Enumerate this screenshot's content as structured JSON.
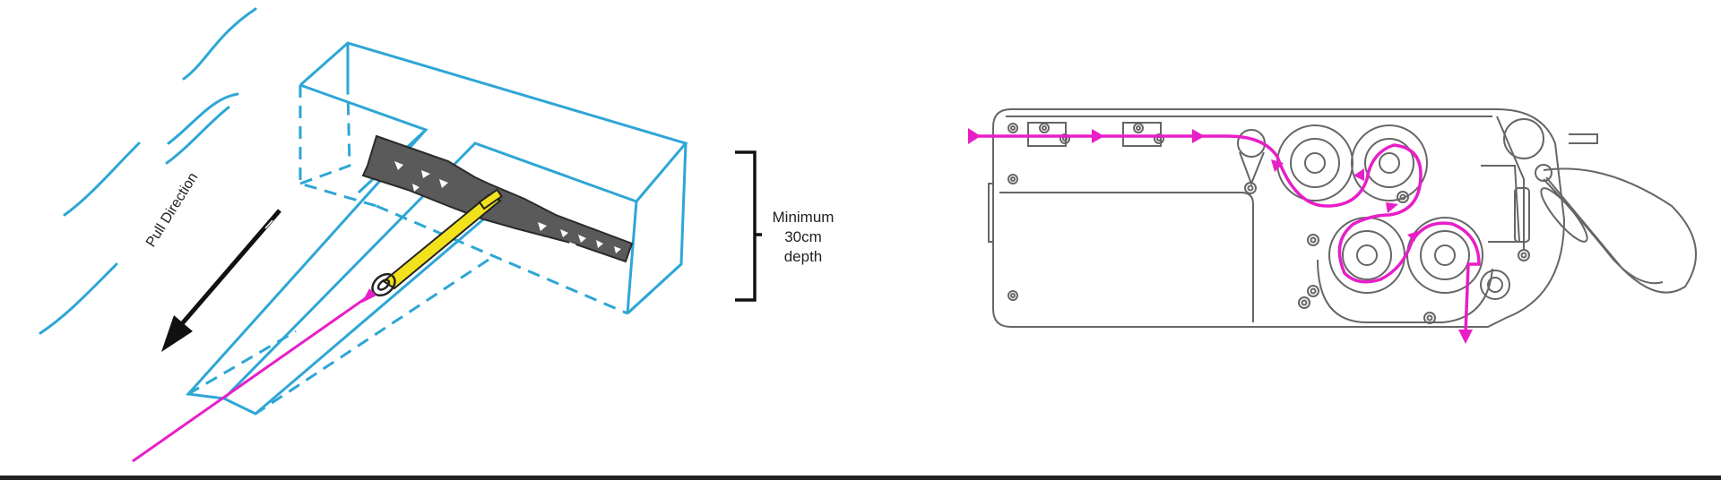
{
  "left_diagram": {
    "depth_label": [
      "Minimum",
      "30cm",
      "depth"
    ],
    "pull_label": "Pull Direction"
  },
  "colors": {
    "trench_outline": "#2ea6d6",
    "anchor_plate": "#5a5a5a",
    "strap": "#f2e21c",
    "rope": "#e81ec8",
    "linework": "#222222",
    "device_outline": "#666666"
  },
  "icons": [
    "water-waves-icon",
    "pull-arrow-icon",
    "depth-bracket-icon",
    "rope-direction-arrow-icon"
  ]
}
